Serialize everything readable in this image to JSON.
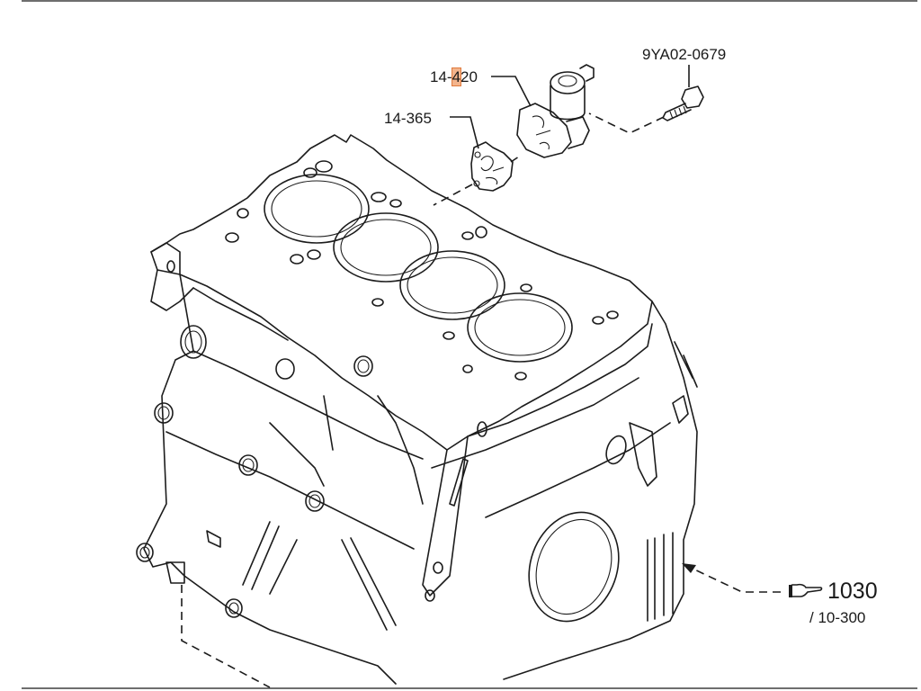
{
  "diagram": {
    "callouts": [
      {
        "id": "solenoid",
        "text_before": "14-",
        "highlight": "4",
        "text_after": "20"
      },
      {
        "id": "gasket",
        "text": "14-365"
      },
      {
        "id": "bolt",
        "text": "9YA02-0679"
      }
    ],
    "reference": {
      "icon": "pointing-hand-icon",
      "page": "1030",
      "sub_ref": "/ 10-300"
    },
    "highlight_color": "#f3b48c",
    "line_color": "#1c1c1c",
    "rule_color": "#6e6e6e"
  }
}
